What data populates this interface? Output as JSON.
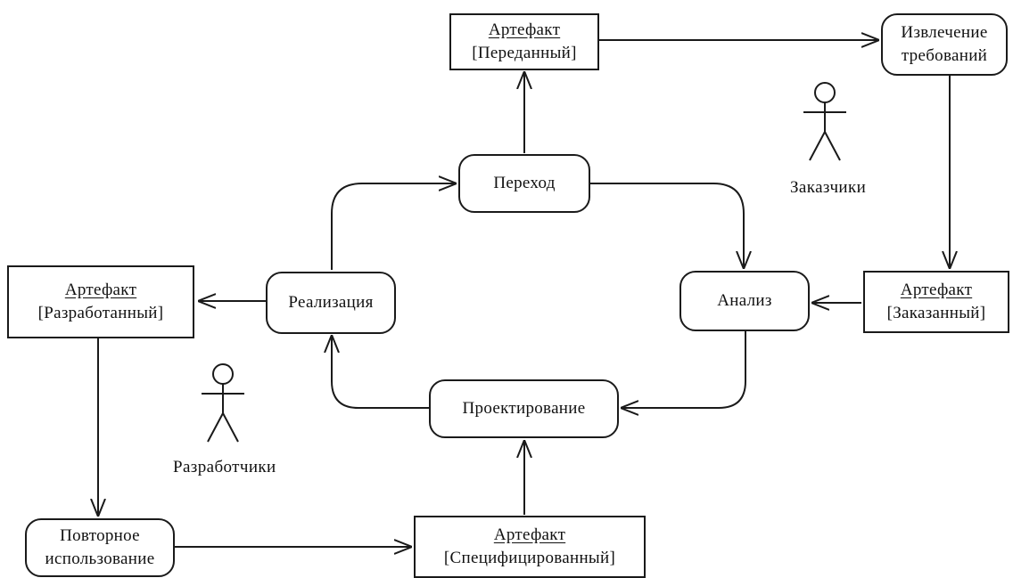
{
  "artifacts": {
    "transferred": {
      "title": "Артефакт",
      "state": "[Переданный]"
    },
    "ordered": {
      "title": "Артефакт",
      "state": "[Заказанный]"
    },
    "developed": {
      "title": "Артефакт",
      "state": "[Разработанный]"
    },
    "specified": {
      "title": "Артефакт",
      "state": "[Специфицированный]"
    }
  },
  "activities": {
    "elicitation": {
      "line1": "Извлечение",
      "line2": "требований"
    },
    "transition": "Переход",
    "analysis": "Анализ",
    "implementation": "Реализация",
    "design": "Проектирование",
    "reuse": {
      "line1": "Повторное",
      "line2": "использование"
    }
  },
  "actors": {
    "customers": "Заказчики",
    "developers": "Разработчики"
  }
}
